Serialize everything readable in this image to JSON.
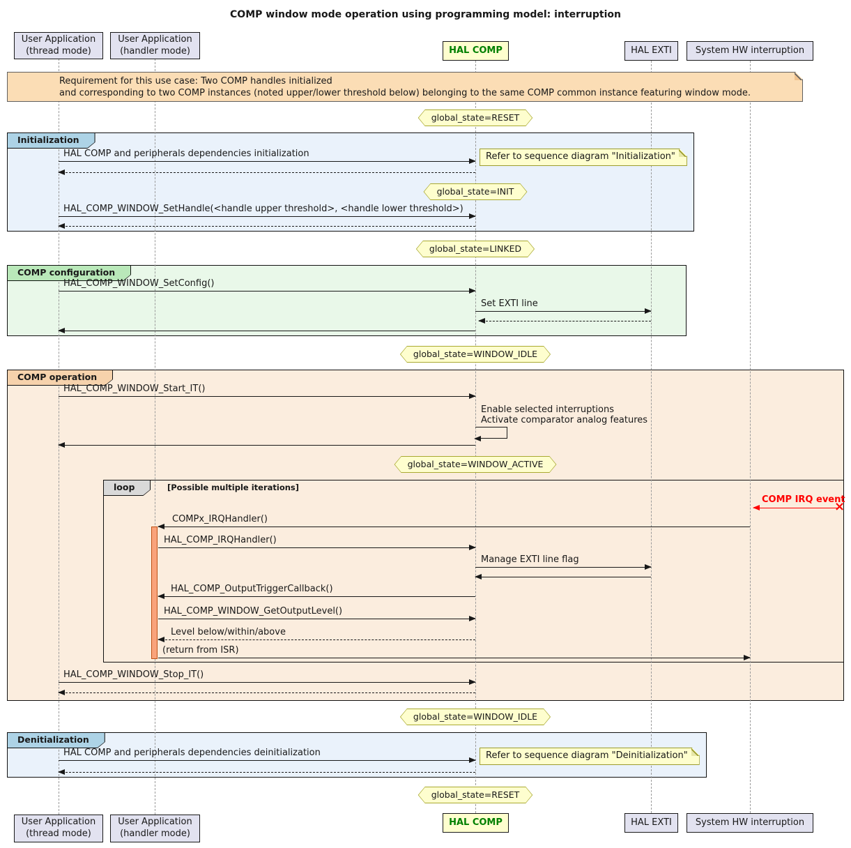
{
  "title": "COMP window mode operation using programming model: interruption",
  "participants": {
    "thread": {
      "line1": "User Application",
      "line2": "(thread mode)"
    },
    "handler": {
      "line1": "User Application",
      "line2": "(handler mode)"
    },
    "hal_comp": {
      "label": "HAL COMP"
    },
    "hal_exti": {
      "label": "HAL EXTI"
    },
    "sys_hw": {
      "label": "System HW interruption"
    }
  },
  "top_note": {
    "line1": "Requirement for this use case: Two COMP handles initialized",
    "line2": "and corresponding to two COMP instances (noted upper/lower threshold below) belonging to the same COMP common instance featuring window mode."
  },
  "states": {
    "s1": "global_state=RESET",
    "s2": "global_state=INIT",
    "s3": "global_state=LINKED",
    "s4": "global_state=WINDOW_IDLE",
    "s5": "global_state=WINDOW_ACTIVE",
    "s6": "global_state=WINDOW_IDLE",
    "s7": "global_state=RESET"
  },
  "frames": {
    "initialization": {
      "title": "Initialization"
    },
    "configuration": {
      "title": "COMP configuration"
    },
    "operation": {
      "title": "COMP operation"
    },
    "loop": {
      "title": "loop",
      "condition": "[Possible multiple iterations]"
    },
    "deinitialization": {
      "title": "Denitialization"
    }
  },
  "notes": {
    "init_ref": "Refer to sequence diagram \"Initialization\"",
    "deinit_ref": "Refer to sequence diagram \"Deinitialization\""
  },
  "messages": {
    "init_deps": "HAL COMP and peripherals dependencies initialization",
    "set_handle": "HAL_COMP_WINDOW_SetHandle(<handle upper threshold>, <handle lower threshold>)",
    "set_config": "HAL_COMP_WINDOW_SetConfig()",
    "set_exti_line": "Set EXTI line",
    "start_it": "HAL_COMP_WINDOW_Start_IT()",
    "enable_line1": "Enable selected interruptions",
    "enable_line2": "Activate comparator analog features",
    "comp_irq_event": "COMP IRQ event",
    "compx_irq_handler": "COMPx_IRQHandler()",
    "hal_comp_irq_handler": "HAL_COMP_IRQHandler()",
    "manage_exti_flag": "Manage EXTI line flag",
    "output_trigger_callback": "HAL_COMP_OutputTriggerCallback()",
    "get_output_level": "HAL_COMP_WINDOW_GetOutputLevel()",
    "level_result": "Level below/within/above",
    "return_from_isr": "(return from ISR)",
    "stop_it": "HAL_COMP_WINDOW_Stop_IT()",
    "deinit_deps": "HAL COMP and peripherals dependencies deinitialization"
  },
  "icons": {
    "lost_message_cross": "×"
  },
  "colors": {
    "participant_bg": "#E2E2F0",
    "hal_comp_bg": "#FEFECE",
    "hal_comp_text": "#008000",
    "note_bg": "#FEFECE",
    "requirement_note_bg": "#FBDDB5",
    "init_frame_bg": "#EAF2FB",
    "init_tab_bg": "#ADD3E6",
    "config_frame_bg": "#E9F8E9",
    "config_tab_bg": "#B9E8B9",
    "operation_frame_bg": "#FBEDDE",
    "operation_tab_bg": "#F6D2AC",
    "loop_tab_bg": "#D9D9D9",
    "activation_bg": "#F9A37B",
    "irq_red": "#FF0000",
    "state_bg": "#FEFECE"
  }
}
